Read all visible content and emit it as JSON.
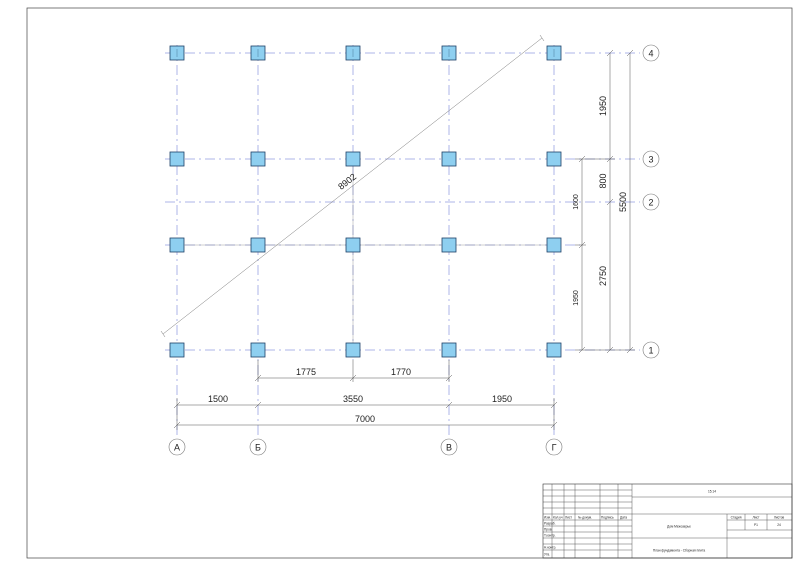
{
  "drawing": {
    "axes_letters": [
      "А",
      "Б",
      "В",
      "Г"
    ],
    "axes_numbers": [
      "1",
      "2",
      "3",
      "4"
    ],
    "diagonal_label": "8902",
    "dimensions": {
      "bottom_1775": "1775",
      "bottom_1770": "1770",
      "bottom_1500": "1500",
      "bottom_3550": "3550",
      "bottom_1950": "1950",
      "bottom_7000": "7000",
      "right_1950_top": "1950",
      "right_800": "800",
      "right_5500": "5500",
      "right_1600": "1600",
      "right_2750": "2750",
      "right_1950_bottom": "1950"
    }
  },
  "title_block": {
    "code": "15.14",
    "project_name": "Дом Межозерье",
    "sheet_title": "План фундамента - Сборная плита",
    "headers": [
      "Изм.",
      "Кол.уч",
      "Лист",
      "№ докум.",
      "Подпись",
      "Дата"
    ],
    "roles": [
      "Разраб.",
      "Пров.",
      "Т.контр.",
      "",
      "Н.контр.",
      "Утв."
    ],
    "stage_label": "Стадия",
    "sheet_label": "Лист",
    "sheets_label": "Листов",
    "stage_value": "",
    "sheet_value": "Р1",
    "sheets_value": "24"
  },
  "colors": {
    "column_fill": "#8ecff0",
    "column_stroke": "#1f3f66",
    "axis_line": "#5a6ad0",
    "dim_line": "#555555",
    "frame": "#333333"
  }
}
